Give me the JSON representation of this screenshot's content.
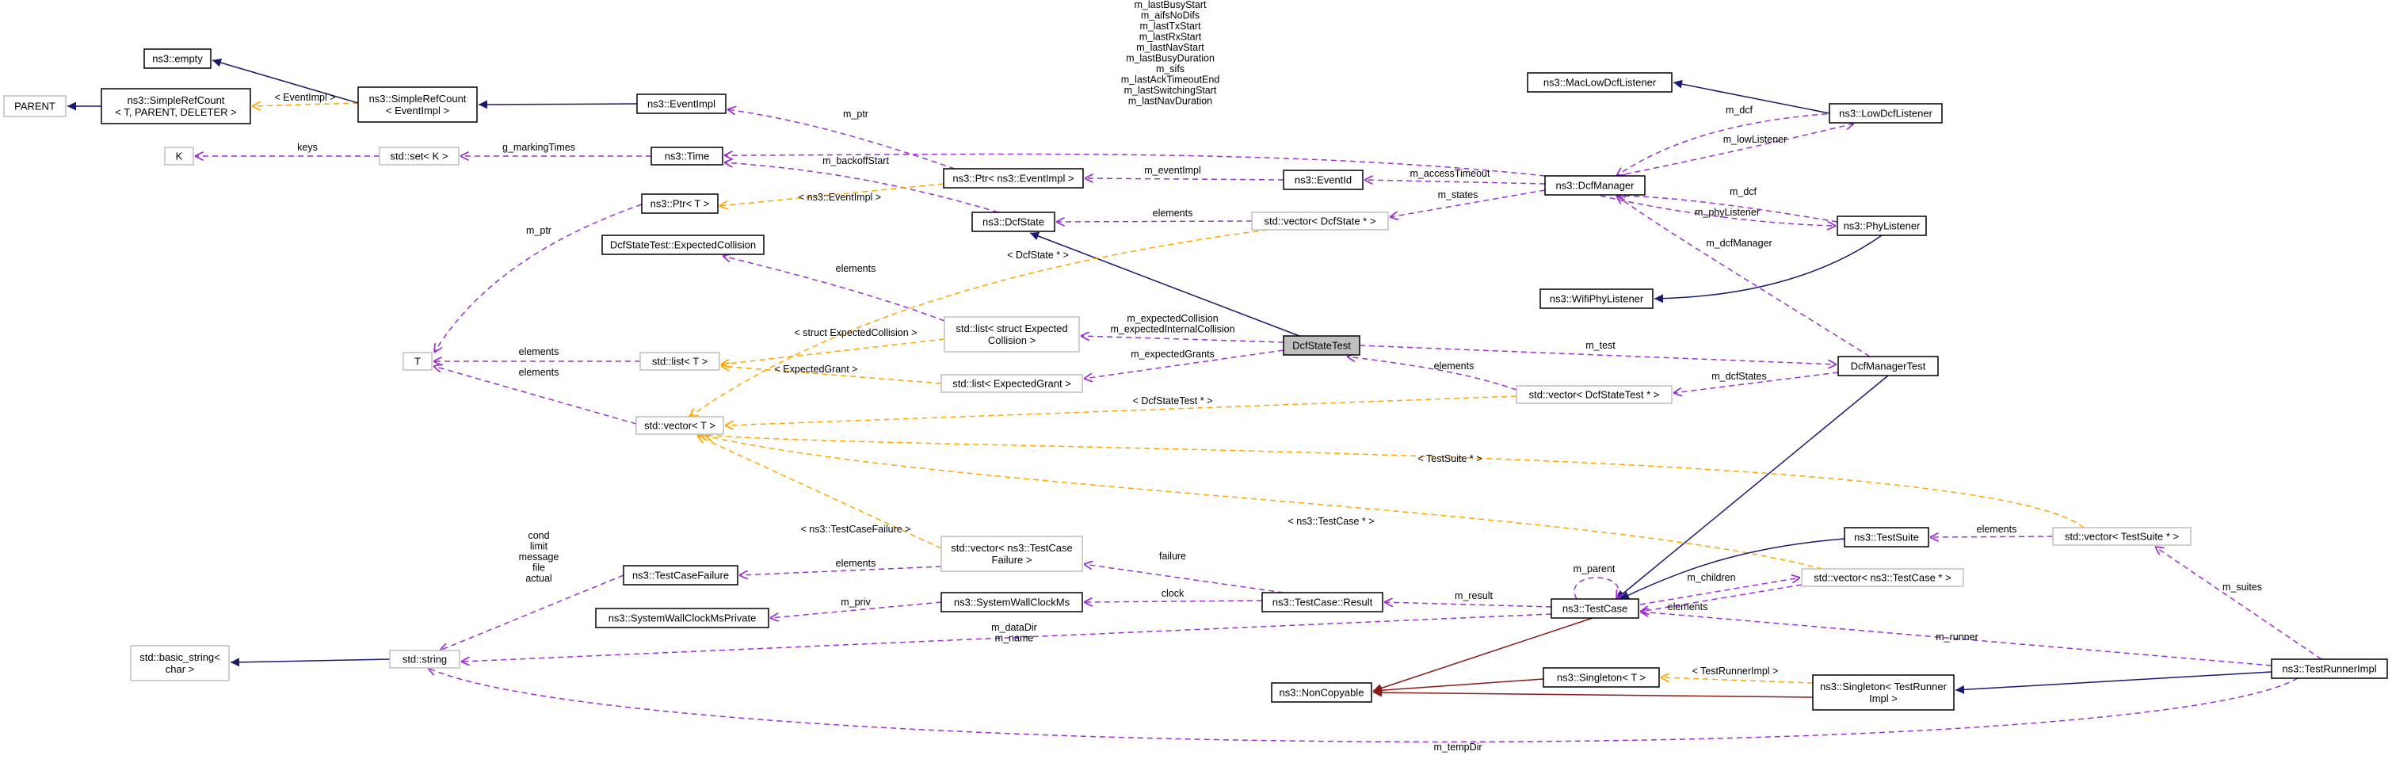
{
  "nodes": {
    "parent": "PARENT",
    "simple_ref_count_generic": [
      "ns3::SimpleRefCount",
      "< T, PARENT, DELETER >"
    ],
    "empty": "ns3::empty",
    "simple_ref_count_event": [
      "ns3::SimpleRefCount",
      "< EventImpl >"
    ],
    "event_impl": "ns3::EventImpl",
    "k": "K",
    "set_k": "std::set< K >",
    "time": "ns3::Time",
    "ptr_event_impl": "ns3::Ptr< ns3::EventImpl >",
    "event_id": "ns3::EventId",
    "dcf_manager": "ns3::DcfManager",
    "mac_low_listener": "ns3::MacLowDcfListener",
    "low_dcf_listener": "ns3::LowDcfListener",
    "ptr_t": "ns3::Ptr< T >",
    "dcf_state": "ns3::DcfState",
    "vector_dcf_state": "std::vector< DcfState * >",
    "phy_listener": "ns3::PhyListener",
    "expected_collision": "DcfStateTest::ExpectedCollision",
    "wifi_phy_listener": "ns3::WifiPhyListener",
    "list_expected_collision": [
      "std::list< struct Expected",
      "Collision >"
    ],
    "dcf_state_test": "DcfStateTest",
    "t": "T",
    "list_t": "std::list< T >",
    "dcf_manager_test": "DcfManagerTest",
    "list_expected_grant": "std::list< ExpectedGrant >",
    "vector_dcf_state_test": "std::vector< DcfStateTest * >",
    "vector_t": "std::vector< T >",
    "test_suite": "ns3::TestSuite",
    "vector_test_suite": "std::vector< TestSuite * >",
    "vector_test_case_failure": [
      "std::vector< ns3::TestCase",
      "Failure >"
    ],
    "test_case_failure": "ns3::TestCaseFailure",
    "system_wall_clock_ms": "ns3::SystemWallClockMs",
    "system_wall_clock_ms_private": "ns3::SystemWallClockMsPrivate",
    "test_case_result": "ns3::TestCase::Result",
    "vector_test_case": "std::vector< ns3::TestCase * >",
    "test_case": "ns3::TestCase",
    "basic_string": [
      "std::basic_string<",
      "char >"
    ],
    "string": "std::string",
    "test_runner_impl": "ns3::TestRunnerImpl",
    "singleton_t": "ns3::Singleton< T >",
    "non_copyable": "ns3::NonCopyable",
    "singleton_test_runner": [
      "ns3::Singleton< TestRunner",
      "Impl >"
    ]
  },
  "edge_labels": {
    "ref_event_impl": "< EventImpl >",
    "keys": "keys",
    "g_marking_times": "g_markingTimes",
    "m_ptr_event": "m_ptr",
    "dcf_members": [
      "m_lastBusyStart",
      "m_aifsNoDifs",
      "m_lastTxStart",
      "m_lastRxStart",
      "m_lastNavStart",
      "m_lastBusyDuration",
      "m_sifs",
      "m_lastAckTimeoutEnd",
      "m_lastSwitchingStart",
      "m_lastNavDuration"
    ],
    "m_event_impl": "m_eventImpl",
    "m_access_timeout": "m_accessTimeout",
    "m_dcf_low": "m_dcf",
    "m_low_listener": "m_lowListener",
    "m_backoff_start": "m_backoffStart",
    "ptr_event_impl_tmpl": "< ns3::EventImpl >",
    "m_states": "m_states",
    "elements_states": "elements",
    "m_dcf_phy": "m_dcf",
    "m_phy_listener": "m_phyListener",
    "m_ptr_t": "m_ptr",
    "m_dcf_manager": "m_dcfManager",
    "dcf_state_ptr": "< DcfState * >",
    "elements_collision": "elements",
    "struct_expected_collision": "< struct ExpectedCollision >",
    "m_expected_collision": [
      "m_expectedCollision",
      "m_expectedInternalCollision"
    ],
    "m_test": "m_test",
    "elements_list_t": "elements",
    "elements_vector_t": "elements",
    "m_expected_grants": "m_expectedGrants",
    "expected_grant": "< ExpectedGrant >",
    "elements_dcf_state_test": "elements",
    "m_dcf_states": "m_dcfStates",
    "dcf_state_test_ptr": "< DcfStateTest * >",
    "test_suite_ptr": "< TestSuite * >",
    "elements_suites": "elements",
    "test_case_failure_tmpl": "< ns3::TestCaseFailure >",
    "test_case_ptr": "< ns3::TestCase * >",
    "failure_members": [
      "cond",
      "limit",
      "message",
      "file",
      "actual"
    ],
    "elements_failure": "elements",
    "failure": "failure",
    "m_parent": "m_parent",
    "m_children": "m_children",
    "elements_cases": "elements",
    "m_suites": "m_suites",
    "clock": "clock",
    "m_priv": "m_priv",
    "m_result": "m_result",
    "m_data_dir": [
      "m_dataDir",
      "m_name"
    ],
    "m_runner": "m_runner",
    "test_runner_impl_tmpl": "< TestRunnerImpl >",
    "m_temp_dir": "m_tempDir"
  },
  "colors": {
    "inheritance": "#191970",
    "member": "#9a32cd",
    "template": "#ffa500",
    "private_inheritance": "#8b1a1a",
    "focus_fill": "#bfbfbf",
    "external_border": "#bfbfbf"
  }
}
